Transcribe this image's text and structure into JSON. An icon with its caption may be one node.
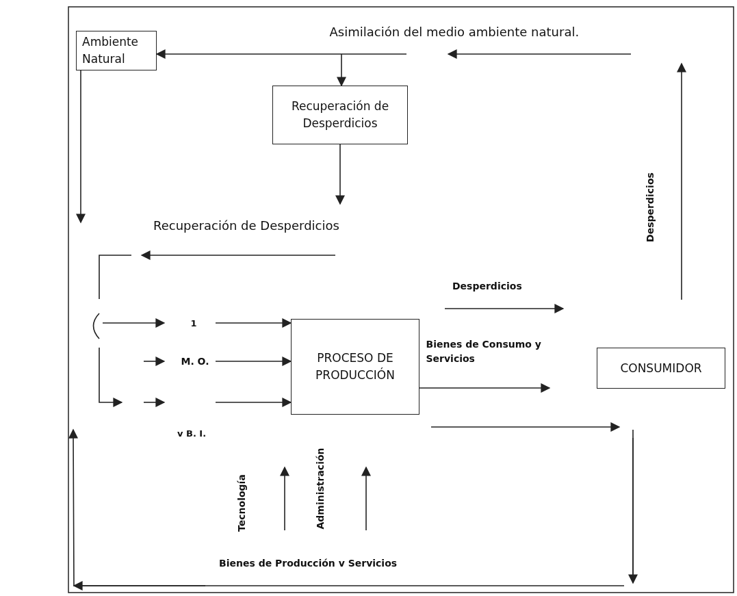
{
  "diagram": {
    "nodes": [
      {
        "text": [
          "Ambiente Natural"
        ]
      },
      {
        "text": [
          "Recuperación de Desperdicios"
        ]
      },
      {
        "text": [
          "PROCESO DE PRODUCCIÓN"
        ]
      },
      {
        "text": [
          "CONSUMIDOR"
        ]
      }
    ],
    "edges": [
      {
        "from": null,
        "to": 0,
        "arrow": "to"
      },
      {
        "from": null,
        "to": 1,
        "arrow": "to"
      },
      {
        "from": 1,
        "to": null,
        "arrow": "to"
      },
      {
        "from": 0,
        "to": null,
        "arrow": "to"
      },
      {
        "from": null,
        "to": 2,
        "arrow": "to"
      },
      {
        "from": null,
        "to": 2,
        "arrow": "to"
      },
      {
        "from": null,
        "to": 2,
        "arrow": "to"
      },
      {
        "from": 2,
        "to": null,
        "arrow": "to"
      }
    ],
    "labels": [
      "Asimilación del medio ambiente natural.",
      "Recuperación de Desperdicios",
      "Desperdicios",
      "Desperdicios",
      "Bienes de Consumo y Servicios",
      "1",
      "M. O.",
      "v B. I.",
      "Tecnología",
      "Administración",
      "Bienes de Producción v Servicios"
    ]
  }
}
